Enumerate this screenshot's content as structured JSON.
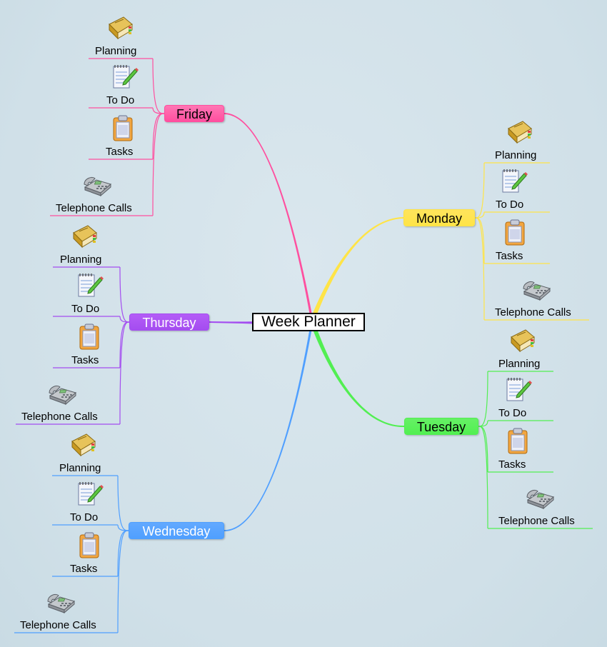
{
  "central": {
    "label": "Week Planner"
  },
  "branches": [
    {
      "id": "friday",
      "label": "Friday",
      "color": "#ff4f9f",
      "fill": "#ff76b4",
      "text_color": "#000000",
      "children": [
        "Planning",
        "To Do",
        "Tasks",
        "Telephone Calls"
      ]
    },
    {
      "id": "monday",
      "label": "Monday",
      "color": "#ffe447",
      "fill": "#ffe45c",
      "text_color": "#000000",
      "children": [
        "Planning",
        "To Do",
        "Tasks",
        "Telephone Calls"
      ]
    },
    {
      "id": "thursday",
      "label": "Thursday",
      "color": "#a44df0",
      "fill": "#b45cf7",
      "text_color": "#ffffff",
      "children": [
        "Planning",
        "To Do",
        "Tasks",
        "Telephone Calls"
      ]
    },
    {
      "id": "tuesday",
      "label": "Tuesday",
      "color": "#52ef52",
      "fill": "#66f065",
      "text_color": "#000000",
      "children": [
        "Planning",
        "To Do",
        "Tasks",
        "Telephone Calls"
      ]
    },
    {
      "id": "wednesday",
      "label": "Wednesday",
      "color": "#4f9fff",
      "fill": "#62a9ff",
      "text_color": "#ffffff",
      "children": [
        "Planning",
        "To Do",
        "Tasks",
        "Telephone Calls"
      ]
    }
  ],
  "child_icons": [
    "planner-book-icon",
    "todo-notepad-icon",
    "clipboard-tasks-icon",
    "telephone-icon"
  ]
}
